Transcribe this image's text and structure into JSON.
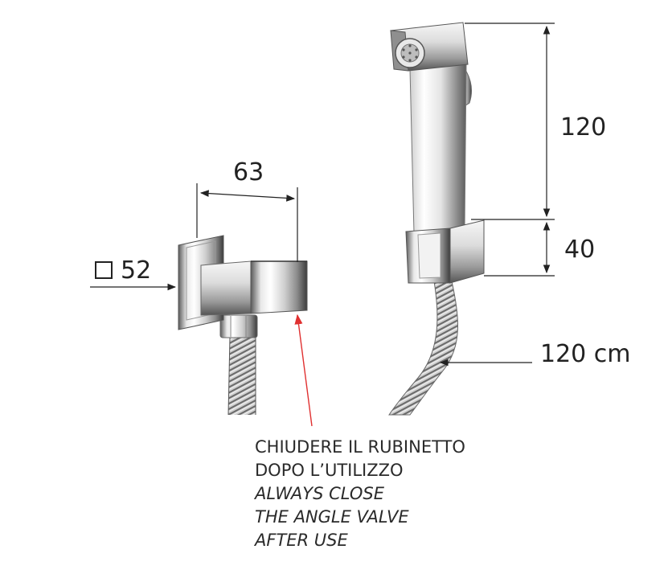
{
  "dimensions": {
    "width": "63",
    "square": "52",
    "height_top": "120",
    "height_bottom": "40",
    "hose": "120 cm"
  },
  "note": {
    "it_line1": "CHIUDERE IL RUBINETTO",
    "it_line2": "DOPO L’UTILIZZO",
    "en_line1": "ALWAYS CLOSE",
    "en_line2": "THE ANGLE VALVE",
    "en_line3": "AFTER USE"
  },
  "colors": {
    "annotation_arrow": "#e03030",
    "dimension_line": "#222222"
  }
}
